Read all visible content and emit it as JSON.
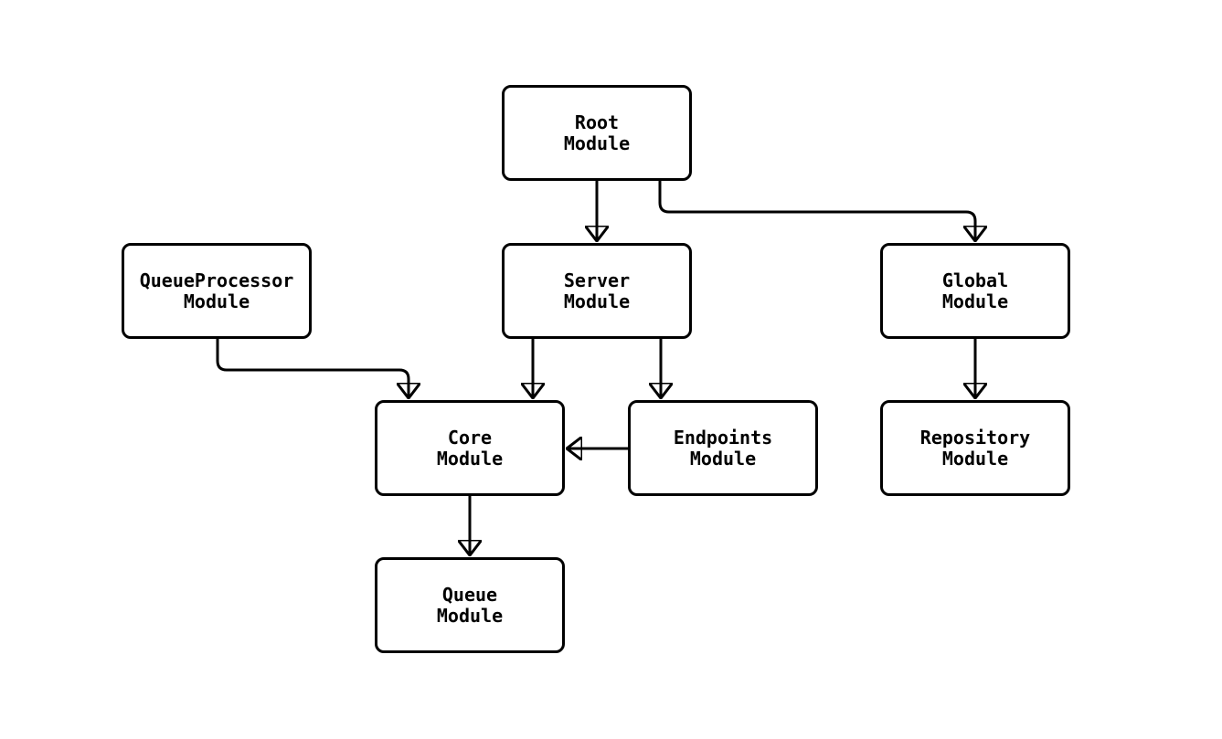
{
  "diagram": {
    "background_color": "#ffffff",
    "stroke_color": "#000000",
    "node_fill_color": "#ffffff",
    "text_color": "#000000",
    "nodes": {
      "root": {
        "line1": "Root",
        "line2": "Module"
      },
      "queueprocessor": {
        "line1": "QueueProcessor",
        "line2": "Module"
      },
      "server": {
        "line1": "Server",
        "line2": "Module"
      },
      "global": {
        "line1": "Global",
        "line2": "Module"
      },
      "core": {
        "line1": "Core",
        "line2": "Module"
      },
      "endpoints": {
        "line1": "Endpoints",
        "line2": "Module"
      },
      "repository": {
        "line1": "Repository",
        "line2": "Module"
      },
      "queue": {
        "line1": "Queue",
        "line2": "Module"
      }
    },
    "edges": [
      {
        "from": "Root Module",
        "to": "Server Module"
      },
      {
        "from": "Root Module",
        "to": "Global Module"
      },
      {
        "from": "QueueProcessor Module",
        "to": "Core Module"
      },
      {
        "from": "Server Module",
        "to": "Core Module"
      },
      {
        "from": "Server Module",
        "to": "Endpoints Module"
      },
      {
        "from": "Endpoints Module",
        "to": "Core Module"
      },
      {
        "from": "Global Module",
        "to": "Repository Module"
      },
      {
        "from": "Core Module",
        "to": "Queue Module"
      }
    ]
  }
}
